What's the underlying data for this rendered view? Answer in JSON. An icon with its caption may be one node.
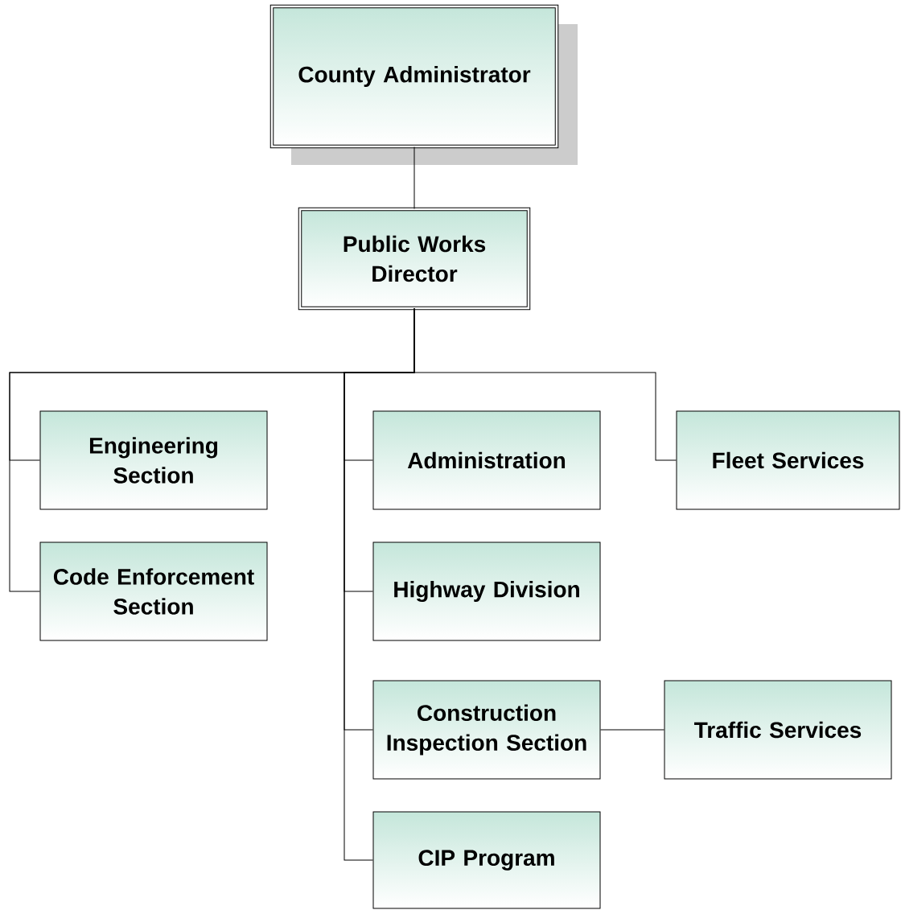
{
  "diagram": {
    "nodes": [
      {
        "text": [
          "County Administrator"
        ]
      },
      {
        "text": [
          "Public Works Director"
        ]
      },
      {
        "text": [
          "Engineering Section"
        ]
      },
      {
        "text": [
          "Code Enforcement Section"
        ]
      },
      {
        "text": [
          "Administration"
        ]
      },
      {
        "text": [
          "Highway Division"
        ]
      },
      {
        "text": [
          "Construction Inspection Section"
        ]
      },
      {
        "text": [
          "CIP Program"
        ]
      },
      {
        "text": [
          "Fleet Services"
        ]
      },
      {
        "text": [
          "Traffic Services"
        ]
      }
    ],
    "edges": [
      {
        "from": 0,
        "to": 1,
        "arrow": "none"
      },
      {
        "from": 1,
        "to": 2,
        "arrow": "none"
      },
      {
        "from": 1,
        "to": 3,
        "arrow": "none"
      },
      {
        "from": 1,
        "to": 4,
        "arrow": "none"
      },
      {
        "from": 1,
        "to": 5,
        "arrow": "none"
      },
      {
        "from": 1,
        "to": 6,
        "arrow": "none"
      },
      {
        "from": 1,
        "to": 7,
        "arrow": "none"
      },
      {
        "from": 1,
        "to": 8,
        "arrow": "none"
      },
      {
        "from": 6,
        "to": 9,
        "arrow": "none"
      }
    ]
  }
}
